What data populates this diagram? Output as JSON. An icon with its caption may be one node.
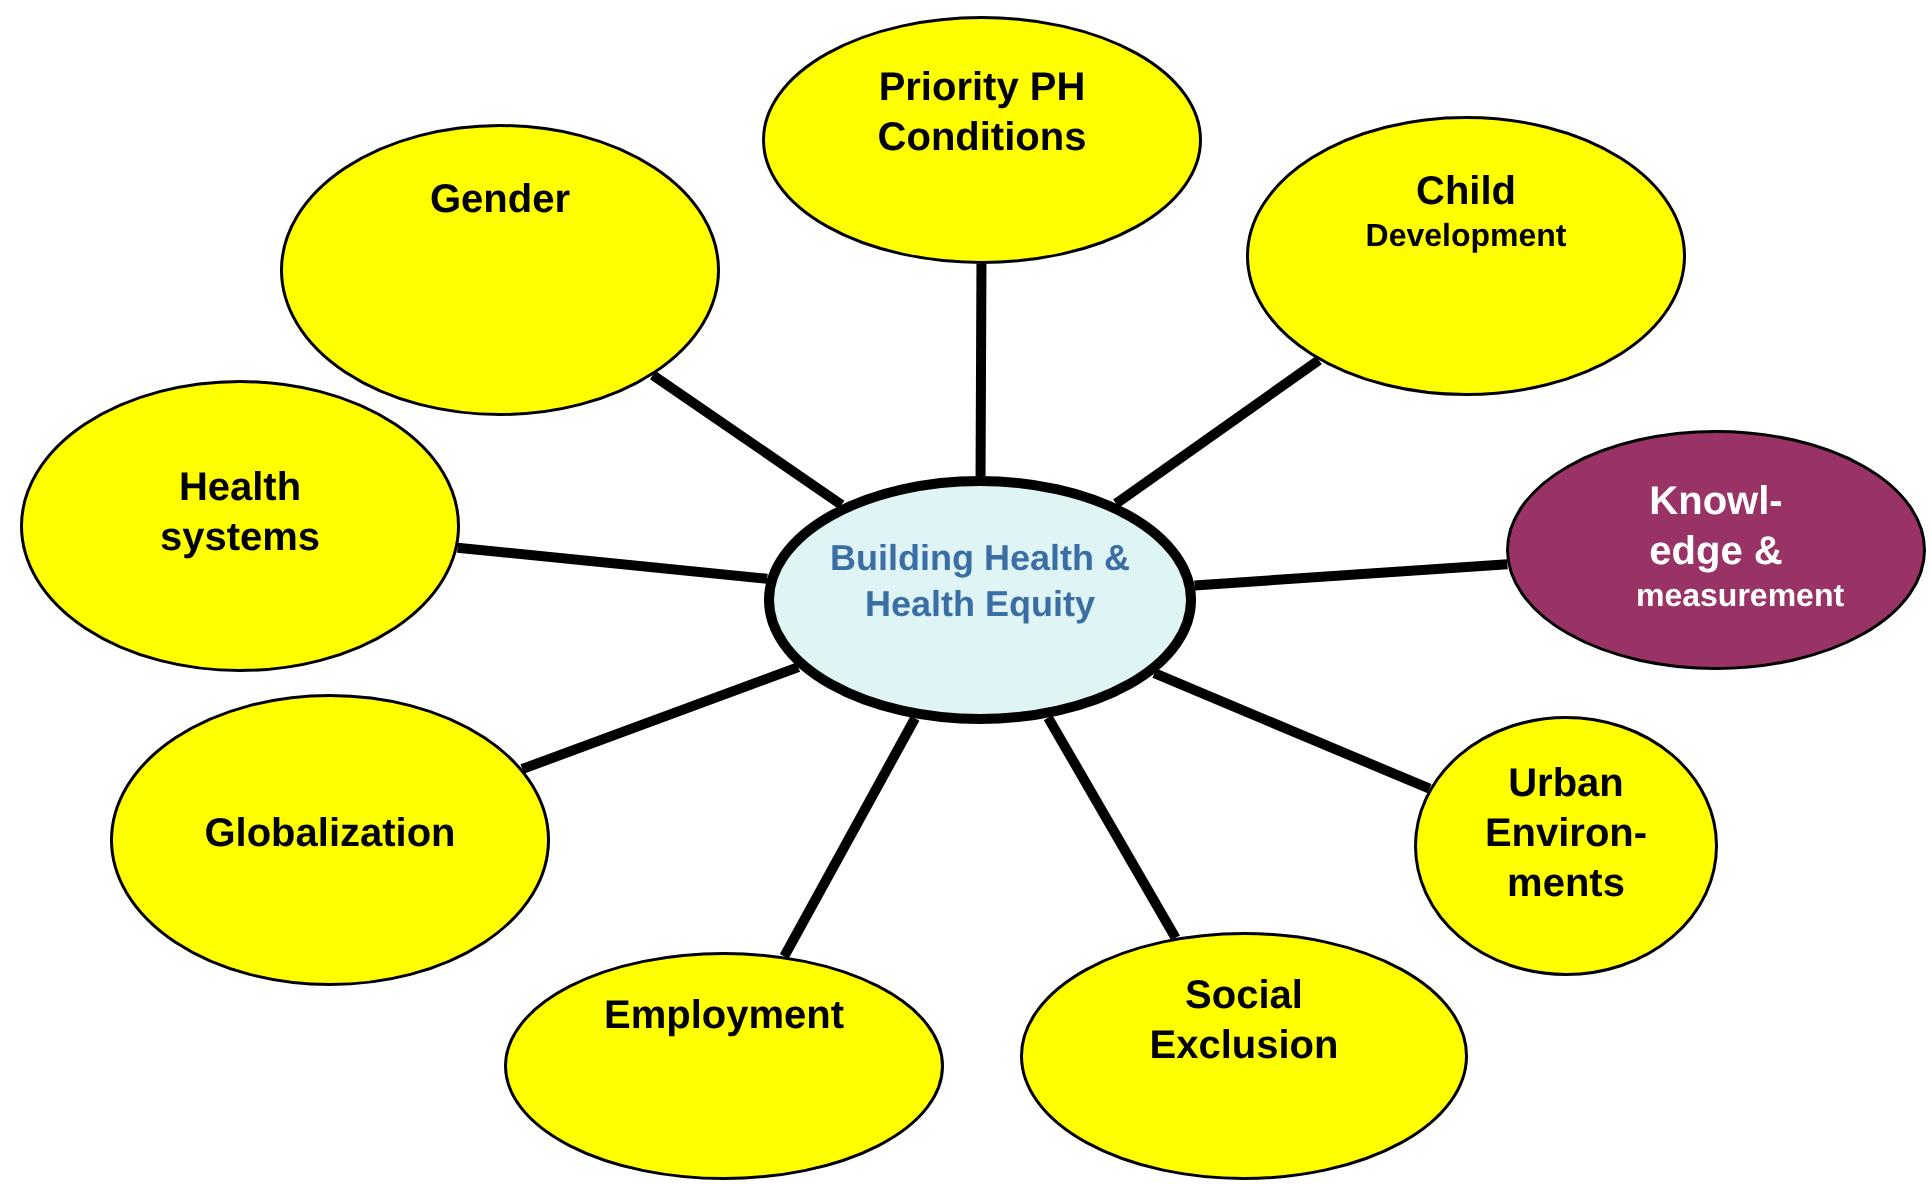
{
  "diagram": {
    "nodes": [
      {
        "text": [
          "Building Health & Health Equity"
        ]
      },
      {
        "text": [
          "Priority PH Conditions"
        ]
      },
      {
        "text": [
          "Gender"
        ]
      },
      {
        "text": [
          "Child",
          "Development"
        ]
      },
      {
        "text": [
          "Health systems"
        ]
      },
      {
        "text": [
          "Knowl- edge &",
          "measurement"
        ]
      },
      {
        "text": [
          "Globalization"
        ]
      },
      {
        "text": [
          "Urban Environ- ments"
        ]
      },
      {
        "text": [
          "Employment"
        ]
      },
      {
        "text": [
          "Social Exclusion"
        ]
      }
    ],
    "edges": [
      {
        "from": 0,
        "to": 1,
        "arrow": "none"
      },
      {
        "from": 0,
        "to": 2,
        "arrow": "none"
      },
      {
        "from": 0,
        "to": 3,
        "arrow": "none"
      },
      {
        "from": 0,
        "to": 4,
        "arrow": "none"
      },
      {
        "from": 0,
        "to": 5,
        "arrow": "none"
      },
      {
        "from": 0,
        "to": 6,
        "arrow": "none"
      },
      {
        "from": 0,
        "to": 7,
        "arrow": "none"
      },
      {
        "from": 0,
        "to": 8,
        "arrow": "none"
      },
      {
        "from": 0,
        "to": 9,
        "arrow": "none"
      }
    ]
  }
}
